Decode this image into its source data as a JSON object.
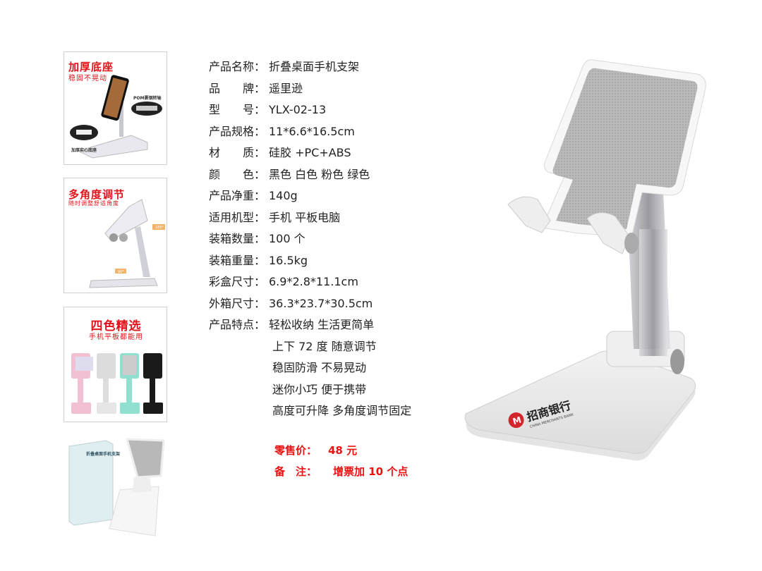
{
  "thumbnails": [
    {
      "title": "加厚底座",
      "subtitle": "稳固不晃动",
      "callout_1": "POM裹钢转轴",
      "callout_2": "加厚实心底座"
    },
    {
      "title": "多角度调节",
      "subtitle": "随时调整舒适角度",
      "angle_1": "180°",
      "angle_2": "90°"
    },
    {
      "title": "四色精选",
      "subtitle": "手机平板都能用"
    },
    {
      "box_text": "折叠桌面手机支架"
    }
  ],
  "specs": [
    {
      "label": "产品名称：",
      "value": "折叠桌面手机支架"
    },
    {
      "label": "品　　牌：",
      "value": "遥里逊"
    },
    {
      "label": "型　　号：",
      "value": " YLX-02-13"
    },
    {
      "label": "产品规格：",
      "value": " 11*6.6*16.5cm"
    },
    {
      "label": "材　　质：",
      "value": "硅胶 +PC+ABS"
    },
    {
      "label": "颜　　色：",
      "value": "黑色 白色 粉色 绿色"
    },
    {
      "label": "产品净重：",
      "value": " 140g"
    },
    {
      "label": "适用机型：",
      "value": "手机 平板电脑"
    },
    {
      "label": "装箱数量：",
      "value": " 100 个"
    },
    {
      "label": "装箱重量：",
      "value": " 16.5kg"
    },
    {
      "label": "彩盒尺寸：",
      "value": " 6.9*2.8*11.1cm"
    },
    {
      "label": "外箱尺寸：",
      "value": " 36.3*23.7*30.5cm"
    },
    {
      "label": "产品特点：",
      "value": "轻松收纳  生活更简单"
    }
  ],
  "features_extra": [
    "上下 72 度 随意调节",
    "稳固防滑 不易晃动",
    "迷你小巧 便于携带",
    "高度可升降 多角度调节固定"
  ],
  "price": {
    "label": "零售价：",
    "value": "48 元"
  },
  "note": {
    "label": "备　注：",
    "value": "增票加 10 个点"
  },
  "logo": {
    "name": "招商银行",
    "english": "CHINA MERCHANTS BANK"
  },
  "colors": {
    "red": "#ee1111",
    "mesh": "#b9b9b9",
    "pink": "#f2bfd3",
    "mint": "#8fe0cf",
    "black": "#1a1a1a"
  }
}
